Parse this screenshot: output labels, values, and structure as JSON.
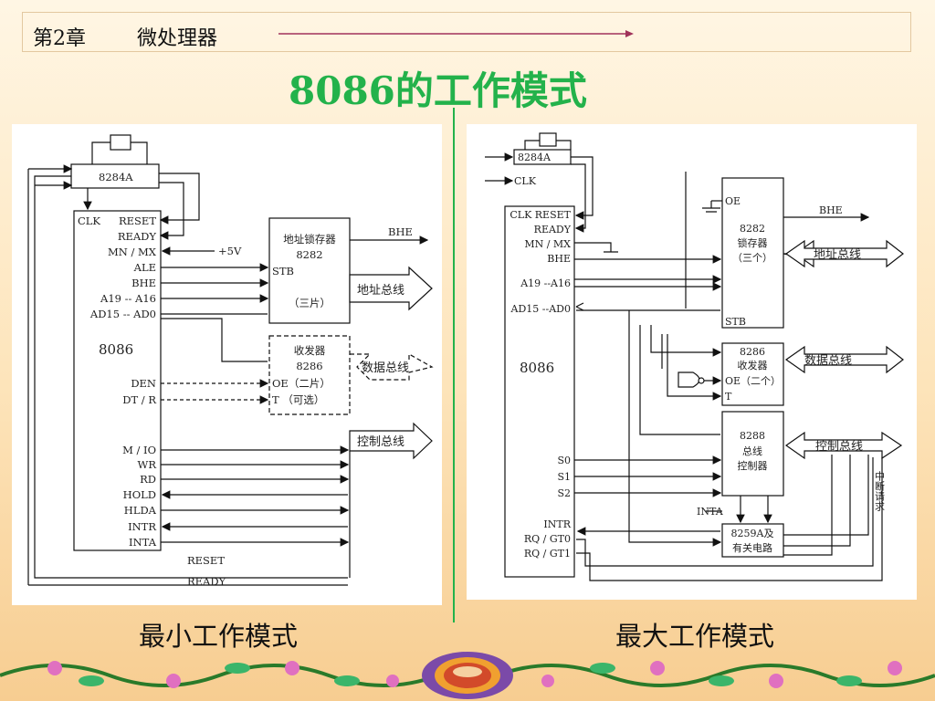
{
  "header": {
    "chapter": "第2章",
    "subject": "微处理器"
  },
  "title": "8086的工作模式",
  "min_mode": {
    "caption": "最小工作模式",
    "clock": "8284A",
    "cpu": "8086",
    "cpu_pins_left": [
      "CLK"
    ],
    "cpu_pins_right": [
      "RESET",
      "READY",
      "MN / MX",
      "ALE",
      "BHE",
      "A19 -- A16",
      "AD15 -- AD0"
    ],
    "cpu_pins_lower": [
      "DEN",
      "DT / R"
    ],
    "cpu_pins_control": [
      "M / IO",
      "WR",
      "RD",
      "HOLD",
      "HLDA",
      "INTR",
      "INTA"
    ],
    "plus5v": "+5V",
    "latch": [
      "地址锁存器",
      "8282",
      "STB",
      "（三片）"
    ],
    "transceiver": [
      "收发器",
      "8286",
      "OE（二片）",
      "T （可选）"
    ],
    "bhe": "BHE",
    "addr_bus": "地址总线",
    "data_bus": "数据总线",
    "ctrl_bus": "控制总线",
    "reset": "RESET",
    "ready": "READY"
  },
  "max_mode": {
    "caption": "最大工作模式",
    "clock": "8284A",
    "clk_pin": "CLK",
    "cpu": "8086",
    "cpu_pins": [
      "CLK  RESET",
      "READY",
      "MN / MX",
      "BHE",
      "A19 --A16",
      "AD15 --AD0"
    ],
    "status_pins": [
      "S0",
      "S1",
      "S2"
    ],
    "int_pins": [
      "INTR",
      "RQ / GT0",
      "RQ / GT1"
    ],
    "latch": [
      "OE",
      "8282",
      "锁存器",
      "（三个）",
      "STB"
    ],
    "transceiver": [
      "8286",
      "收发器",
      "OE（二个）",
      "T"
    ],
    "controller": [
      "8288",
      "总线",
      "控制器"
    ],
    "inta": "INTA",
    "pic": [
      "8259A及",
      "有关电路"
    ],
    "bhe": "BHE",
    "addr_bus": "地址总线",
    "data_bus": "数据总线",
    "ctrl_bus": "控制总线",
    "int_req": "中断请求"
  }
}
